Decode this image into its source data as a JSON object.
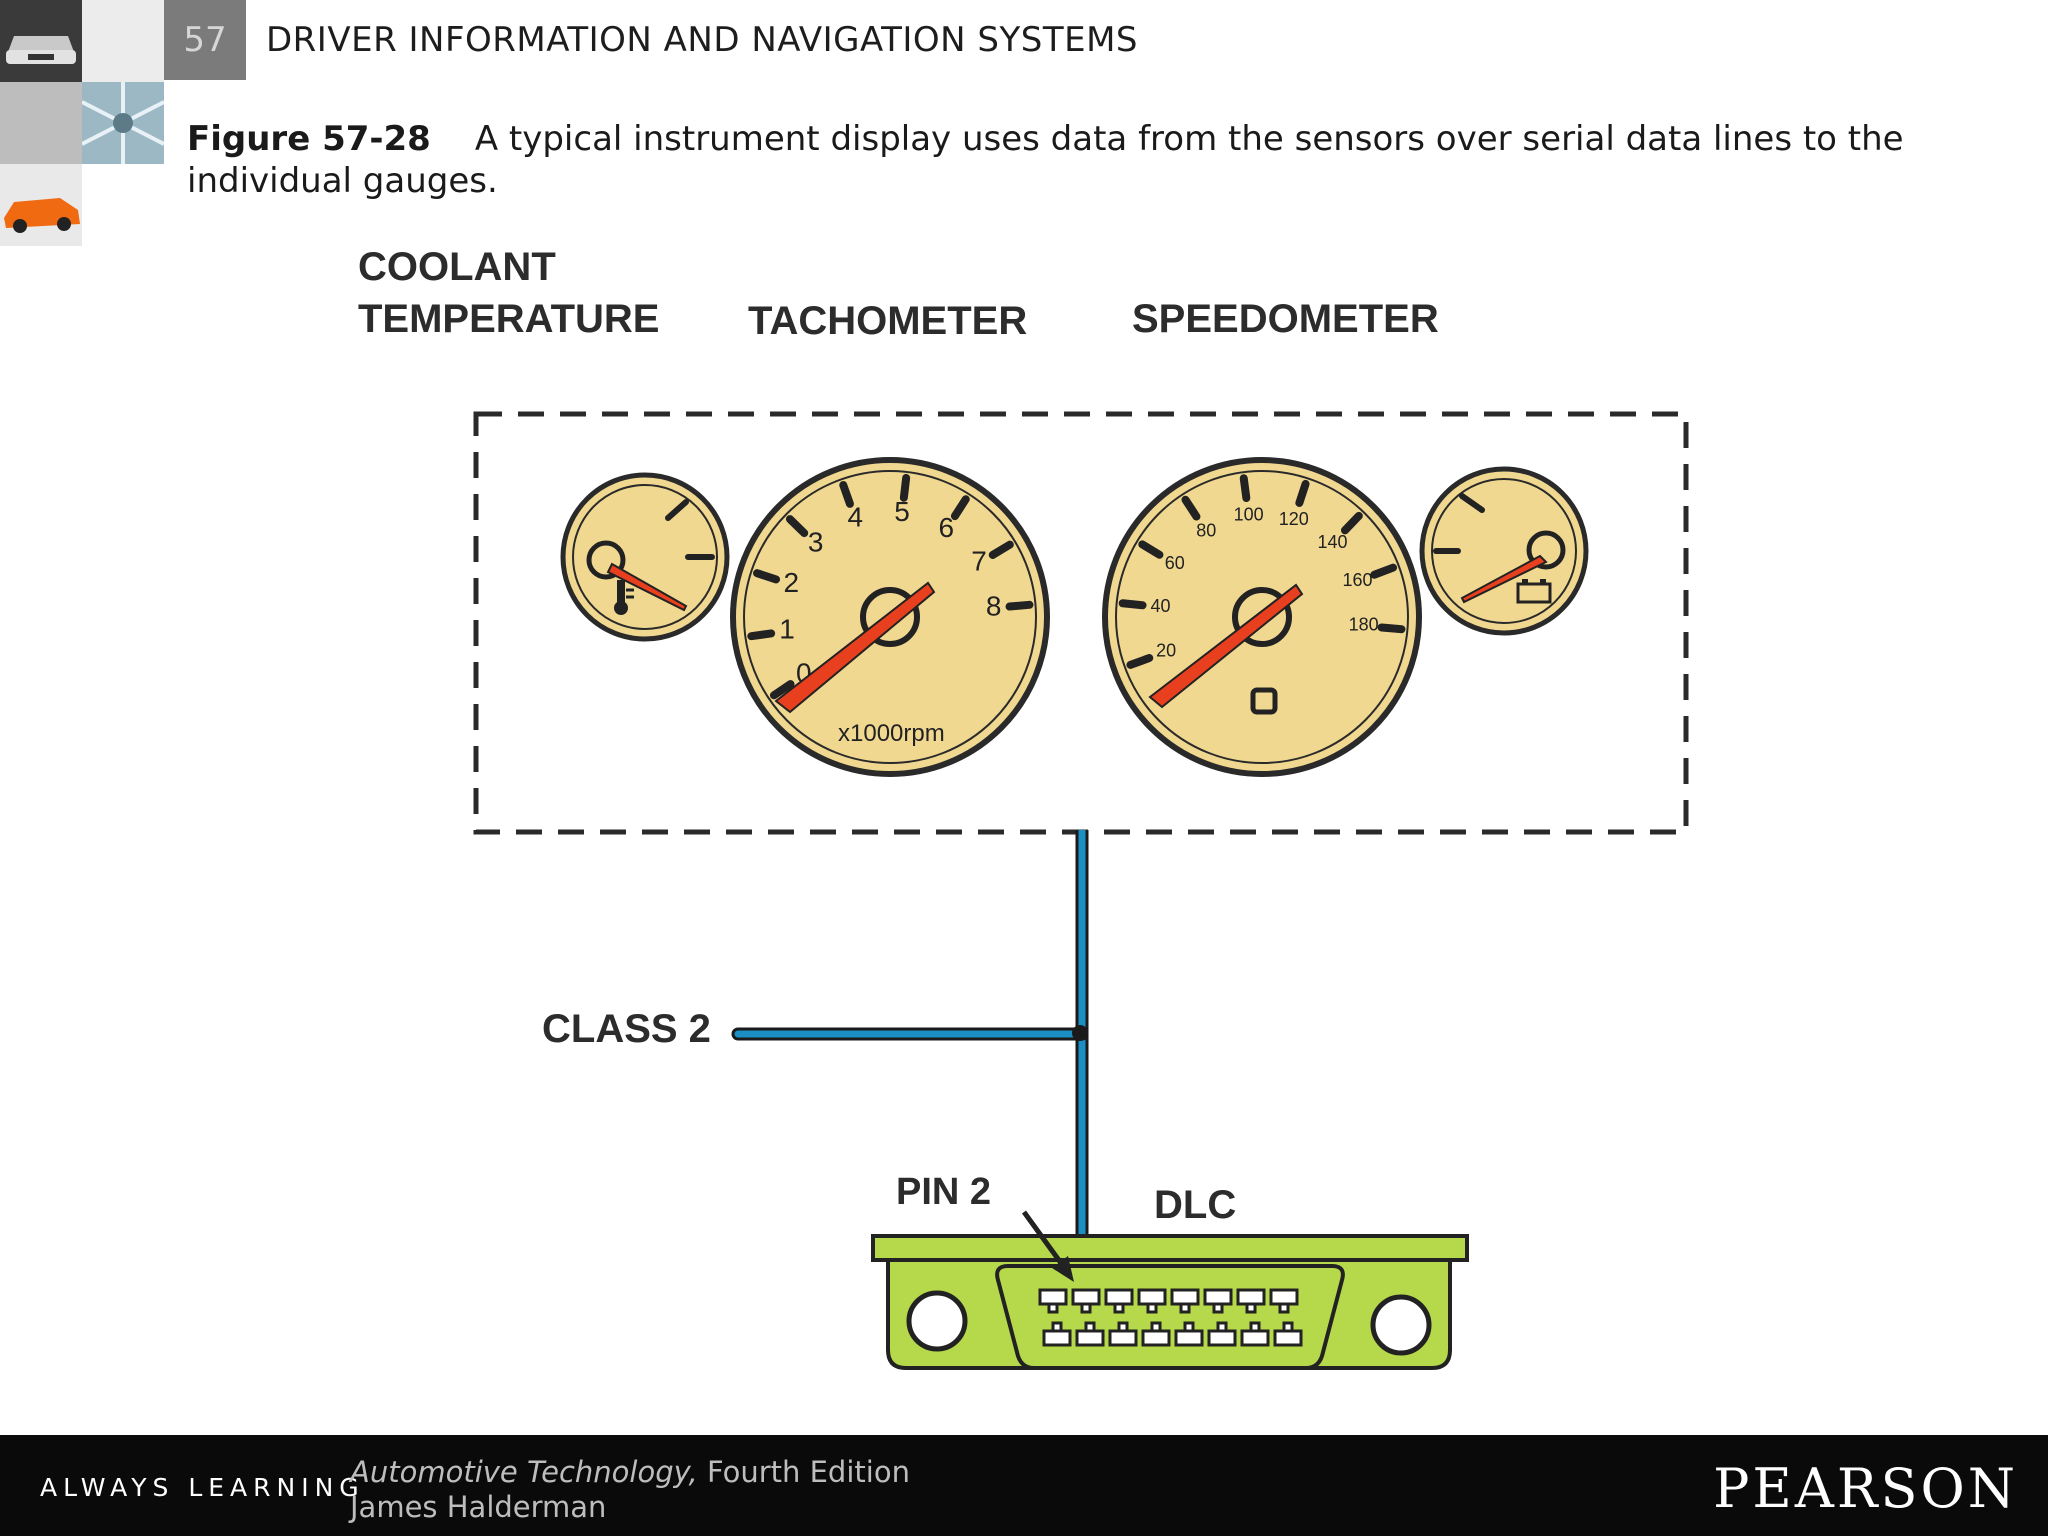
{
  "header": {
    "chapter_number": "57",
    "chapter_title": "DRIVER INFORMATION AND NAVIGATION SYSTEMS"
  },
  "caption": {
    "figure_label": "Figure 57-28",
    "text": "A typical instrument display uses data from the sensors over serial data lines to the individual gauges."
  },
  "diagram": {
    "labels": {
      "coolant_line1": "COOLANT",
      "coolant_line2": "TEMPERATURE",
      "tachometer": "TACHOMETER",
      "speedometer": "SPEEDOMETER",
      "class2": "CLASS 2",
      "pin2": "PIN 2",
      "dlc": "DLC"
    },
    "tachometer": {
      "ticks": [
        "0",
        "1",
        "2",
        "3",
        "4",
        "5",
        "6",
        "7",
        "8"
      ],
      "unit": "x1000rpm"
    },
    "speedometer": {
      "ticks": [
        "20",
        "40",
        "60",
        "80",
        "100",
        "120",
        "140",
        "160",
        "180"
      ]
    },
    "colors": {
      "gauge_face": "#f1d891",
      "needle": "#e8401e",
      "data_line": "#1b8fc4",
      "connector": "#b5d94a"
    }
  },
  "footer": {
    "always_learning": "ALWAYS LEARNING",
    "book_title": "Automotive Technology,",
    "edition": " Fourth Edition",
    "author": "James Halderman",
    "publisher": "PEARSON"
  }
}
